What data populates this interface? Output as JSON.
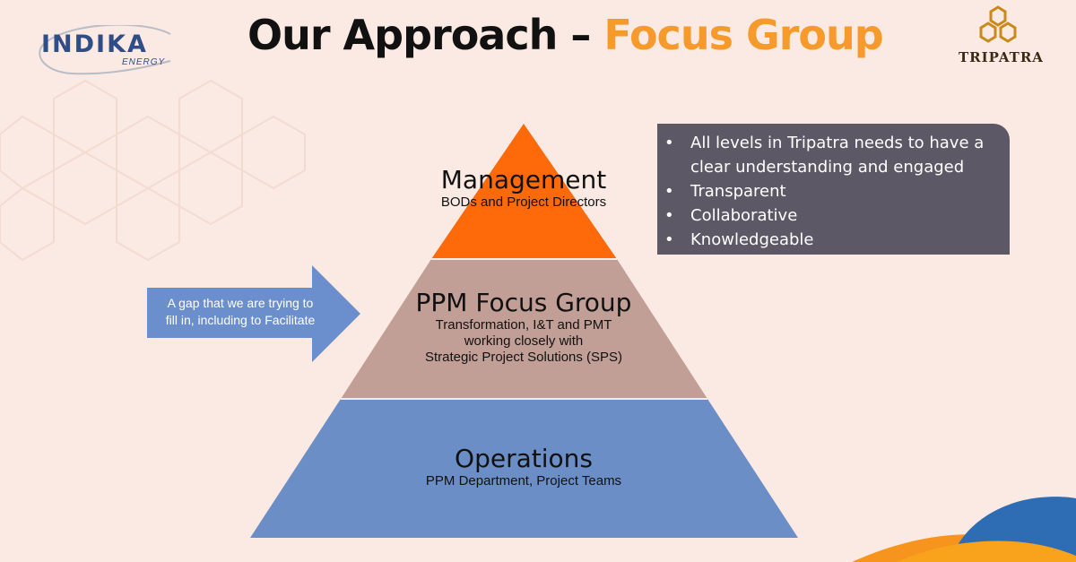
{
  "slide": {
    "title_main": "Our Approach – ",
    "title_accent": "Focus Group"
  },
  "logos": {
    "left_name": "INDIKA",
    "left_sub": "ENERGY",
    "right_name": "TRIPATRA"
  },
  "pyramid": {
    "tiers": [
      {
        "title": "Management",
        "subtitle": "BODs and Project Directors",
        "color": "#fe6a0a"
      },
      {
        "title": "PPM Focus Group",
        "subtitle_lines": [
          "Transformation, I&T and PMT",
          "working closely with",
          "Strategic Project Solutions (SPS)"
        ],
        "color": "#c29f96"
      },
      {
        "title": "Operations",
        "subtitle": "PPM Department, Project Teams",
        "color": "#6b8ec6"
      }
    ]
  },
  "arrow": {
    "lines": [
      "A gap that we are trying to",
      "fill in, including to Facilitate"
    ],
    "color": "#6a8fcc"
  },
  "callout": {
    "items": [
      "All levels in Tripatra needs to have a clear understanding and engaged",
      "Transparent",
      "Collaborative",
      "Knowledgeable"
    ],
    "color": "#5d5866"
  },
  "colors": {
    "background": "#fbeae3",
    "accent": "#f59a2b"
  }
}
